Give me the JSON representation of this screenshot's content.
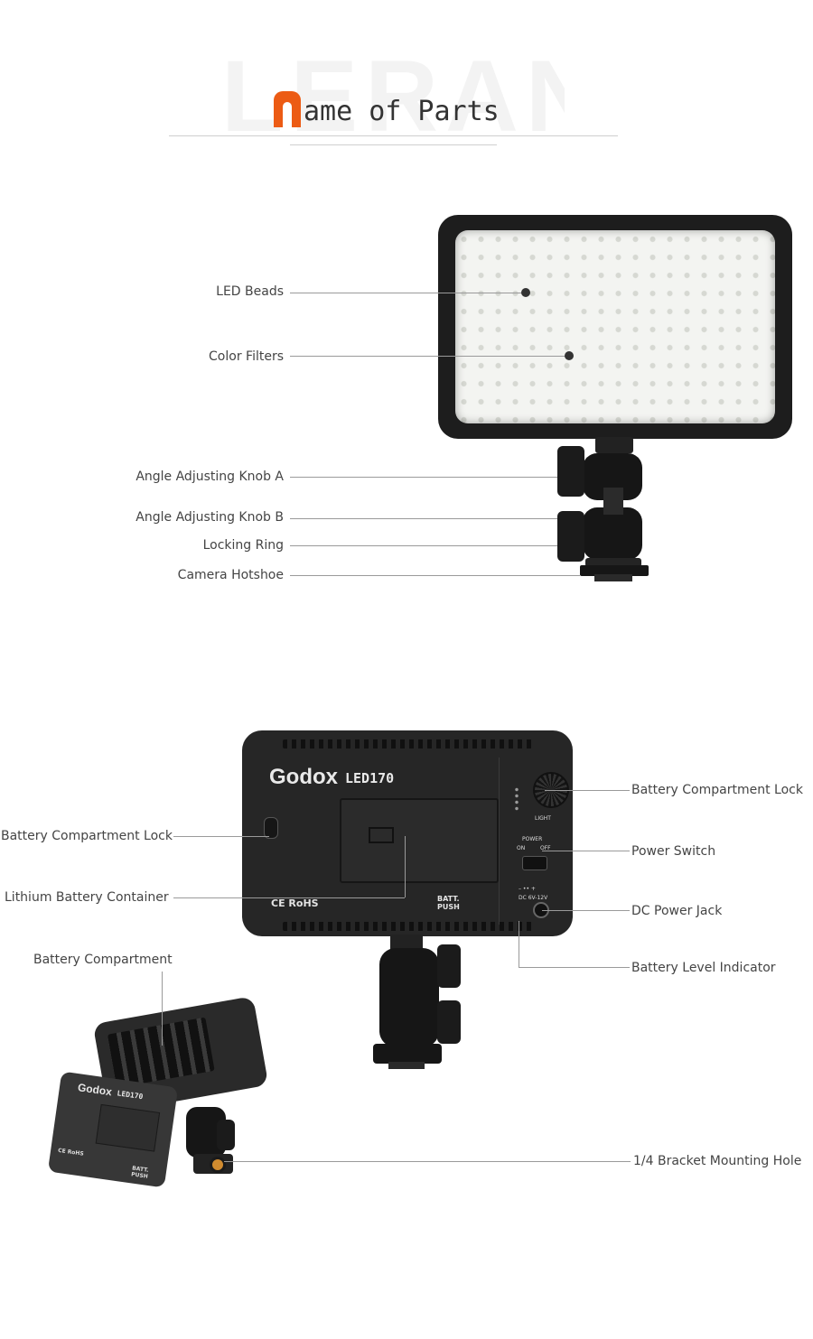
{
  "header": {
    "watermark": "LERAN",
    "title_initial": "n",
    "title_rest": "ame of Parts"
  },
  "front_labels": {
    "led_beads": "LED Beads",
    "color_filters": "Color Filters",
    "knob_a": "Angle Adjusting Knob A",
    "knob_b": "Angle Adjusting Knob B",
    "locking_ring": "Locking Ring",
    "camera_hotshoe": "Camera Hotshoe"
  },
  "back_labels": {
    "lock_right": "Battery Compartment Lock",
    "lock_left": "Battery Compartment Lock",
    "power_switch": "Power Switch",
    "lithium_container": "Lithium Battery Container",
    "dc_jack": "DC Power Jack",
    "battery_level": "Battery Level Indicator",
    "battery_compartment": "Battery Compartment",
    "bracket_hole": "1/4 Bracket Mounting Hole"
  },
  "device": {
    "brand": "Godox",
    "model": "LED170",
    "light": "LIGHT",
    "power": "POWER",
    "on": "ON",
    "off": "OFF",
    "dc_spec": "DC 6V-12V",
    "polarity": "– •• +",
    "cert": "CE RoHS",
    "batt_push_1": "BATT.",
    "batt_push_2": "PUSH"
  }
}
